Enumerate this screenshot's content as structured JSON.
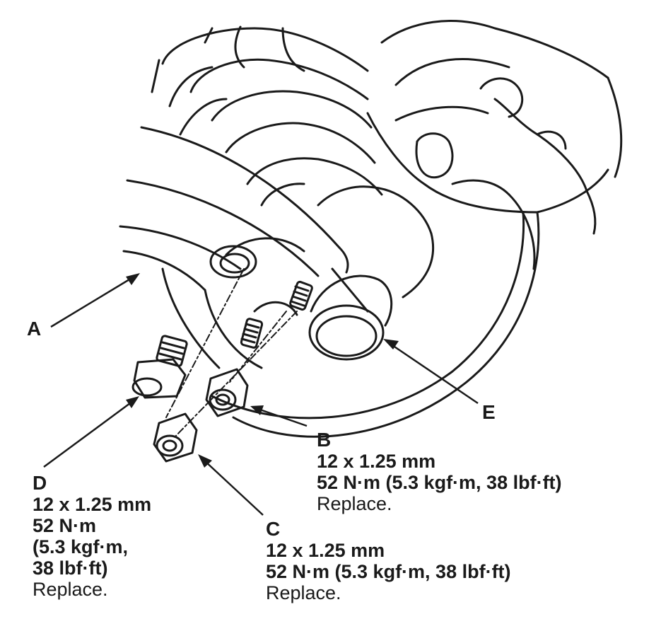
{
  "labels": {
    "A": "A",
    "E": "E",
    "B": {
      "letter": "B",
      "size": "12 x 1.25 mm",
      "torque": "52 N·m (5.3 kgf·m, 38 lbf·ft)",
      "note": "Replace."
    },
    "C": {
      "letter": "C",
      "size": "12 x 1.25 mm",
      "torque": "52 N·m (5.3 kgf·m, 38 lbf·ft)",
      "note": "Replace."
    },
    "D": {
      "letter": "D",
      "size": "12 x 1.25 mm",
      "torque_1": "52 N·m",
      "torque_2": "(5.3 kgf·m,",
      "torque_3": "38 lbf·ft)",
      "note": "Replace."
    }
  },
  "colors": {
    "ink": "#1a1a1a",
    "paper": "#ffffff"
  }
}
